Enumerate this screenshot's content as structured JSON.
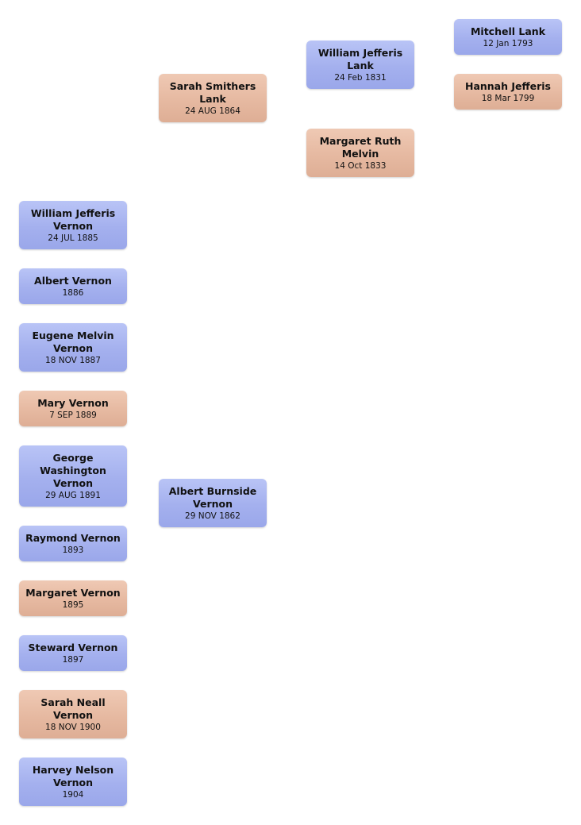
{
  "colors": {
    "male": "#a4b0ee",
    "female": "#e6b9a1"
  },
  "ancestors": [
    {
      "name": "Mitchell  Lank",
      "date": "12 Jan 1793"
    },
    {
      "name": "Hannah  Jefferis",
      "date": "18 Mar 1799"
    },
    {
      "name": "William Jefferis Lank",
      "date": "24 Feb 1831"
    },
    {
      "name": "Margaret Ruth Melvin",
      "date": "14 Oct 1833"
    },
    {
      "name": "Sarah Smithers Lank",
      "date": "24 AUG 1864"
    },
    {
      "name": "Albert Burnside Vernon",
      "date": "29 NOV 1862"
    }
  ],
  "children": [
    {
      "name": "William Jefferis Vernon",
      "date": "24 JUL 1885"
    },
    {
      "name": "Albert  Vernon",
      "date": "1886"
    },
    {
      "name": "Eugene Melvin Vernon",
      "date": "18 NOV 1887"
    },
    {
      "name": "Mary  Vernon",
      "date": "7 SEP 1889"
    },
    {
      "name": "George Washington Vernon",
      "date": "29 AUG 1891"
    },
    {
      "name": "Raymond  Vernon",
      "date": "1893"
    },
    {
      "name": "Margaret  Vernon",
      "date": "1895"
    },
    {
      "name": "Steward  Vernon",
      "date": "1897"
    },
    {
      "name": "Sarah Neall Vernon",
      "date": "18 NOV 1900"
    },
    {
      "name": "Harvey Nelson Vernon",
      "date": "1904"
    }
  ]
}
